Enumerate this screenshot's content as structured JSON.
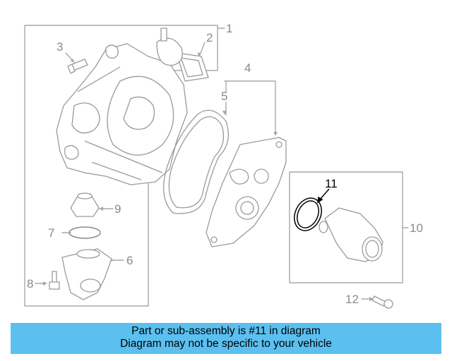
{
  "callouts": [
    {
      "id": "1",
      "label": "1"
    },
    {
      "id": "2",
      "label": "2"
    },
    {
      "id": "3",
      "label": "3"
    },
    {
      "id": "4",
      "label": "4"
    },
    {
      "id": "5",
      "label": "5"
    },
    {
      "id": "6",
      "label": "6"
    },
    {
      "id": "7",
      "label": "7"
    },
    {
      "id": "8",
      "label": "8"
    },
    {
      "id": "9",
      "label": "9"
    },
    {
      "id": "10",
      "label": "10"
    },
    {
      "id": "11",
      "label": "11"
    },
    {
      "id": "12",
      "label": "12"
    }
  ],
  "highlight_part": "11",
  "colors": {
    "line": "#a8a8a8",
    "highlight": "#000000",
    "banner": "#5bc0f0"
  },
  "banner": {
    "line1": "Part or sub-assembly is #11 in diagram",
    "line2": "Diagram may not be specific to your vehicle"
  }
}
